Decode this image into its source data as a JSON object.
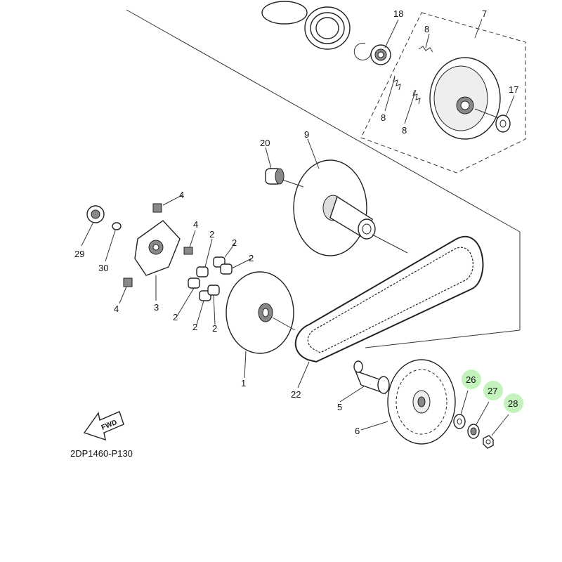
{
  "diagram": {
    "catalog_code": "2DP1460-P130",
    "fwd_label": "FWD",
    "part_numbers": [
      "1",
      "2",
      "3",
      "4",
      "5",
      "6",
      "7",
      "8",
      "9",
      "17",
      "18",
      "20",
      "22",
      "26",
      "27",
      "28",
      "29",
      "30"
    ],
    "highlighted_parts": [
      "26",
      "27",
      "28"
    ],
    "highlight_color": "#b8f0b0"
  }
}
